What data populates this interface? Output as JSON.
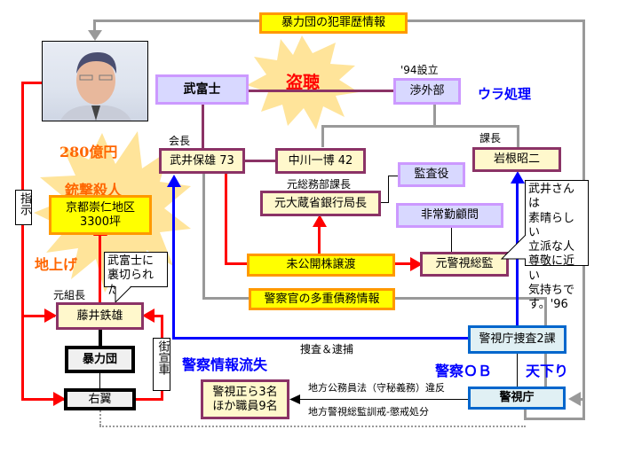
{
  "diagram": {
    "photo": {
      "alt": "portrait of older man in suit"
    },
    "top_banner": "暴力団の犯罪歴情報",
    "starburst_labels": {
      "eavesdrop": "盗聴",
      "amount": "280億円",
      "shooting": "銃撃殺人",
      "land_grab": "地上げ"
    },
    "nodes": {
      "takefuji": "武富士",
      "shogaibu": "渉外部",
      "takei": "武井保雄 73",
      "nakagawa": "中川一博 42",
      "iwane": "岩根昭二",
      "kansayaku": "監査役",
      "ex_mof": "元大蔵省銀行局長",
      "hijokin": "非常勤顧問",
      "kyoto_line1": "京都崇仁地区",
      "kyoto_line2": "3300坪",
      "unlisted_shares": "未公開株譲渡",
      "ex_commissioner": "元警視総監",
      "police_debt": "警察官の多重債務情報",
      "fujii": "藤井鉄雄",
      "boryokudan": "暴力団",
      "uyoku": "右翼",
      "mpd_2ka": "警視庁捜査2課",
      "mpd": "警視庁",
      "punished_line1": "警視正ら3名",
      "punished_line2": "ほか職員9名"
    },
    "labels": {
      "est_94": "'94設立",
      "ura_shori": "ウラ処理",
      "kaicho": "会長",
      "kacho": "課長",
      "ex_somu": "元総務部課長",
      "ex_kumicho": "元組長",
      "shiji": "指示",
      "gaisensha": "街宣車",
      "investigation": "捜査＆逮捕",
      "leak": "警察情報流失",
      "police_ob": "警察ＯＢ",
      "amakudari": "天下り",
      "violation": "地方公務員法（守秘義務）違反",
      "discipline": "地方警視総監訓戒‐懲戒処分"
    },
    "callouts": {
      "betrayed": [
        "武富士に",
        "裏切られた"
      ],
      "quote": [
        "武井さんは",
        "素晴らしい",
        "立派な人",
        "尊敬に近い",
        "気持ちで",
        "す。'96"
      ]
    },
    "colors": {
      "red_line": "#ff0000",
      "blue_line": "#0000ff",
      "gray_line": "#999999",
      "plum_border": "#8b3366",
      "orange_border": "#ff9900",
      "highlight_yellow": "#ffff00",
      "starburst": "#ffe49a"
    }
  }
}
